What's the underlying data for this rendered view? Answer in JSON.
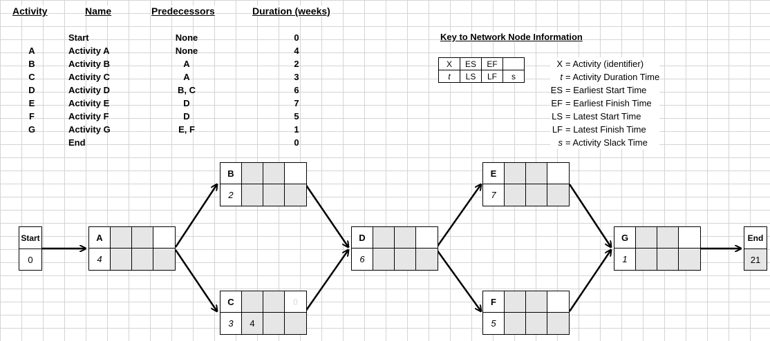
{
  "table": {
    "headers": {
      "activity": "Activity",
      "name": "Name",
      "predecessors": "Predecessors",
      "duration": "Duration (weeks)"
    },
    "rows": [
      {
        "activity": "",
        "name": "Start",
        "pred": "None",
        "dur": "0"
      },
      {
        "activity": "A",
        "name": "Activity A",
        "pred": "None",
        "dur": "4"
      },
      {
        "activity": "B",
        "name": "Activity B",
        "pred": "A",
        "dur": "2"
      },
      {
        "activity": "C",
        "name": "Activity C",
        "pred": "A",
        "dur": "3"
      },
      {
        "activity": "D",
        "name": "Activity D",
        "pred": "B, C",
        "dur": "6"
      },
      {
        "activity": "E",
        "name": "Activity E",
        "pred": "D",
        "dur": "7"
      },
      {
        "activity": "F",
        "name": "Activity F",
        "pred": "D",
        "dur": "5"
      },
      {
        "activity": "G",
        "name": "Activity G",
        "pred": "E, F",
        "dur": "1"
      },
      {
        "activity": "",
        "name": "End",
        "pred": "",
        "dur": "0"
      }
    ]
  },
  "key": {
    "title": "Key to Network Node Information",
    "cells": [
      "X",
      "ES",
      "EF",
      "",
      "t",
      "LS",
      "LF",
      "s"
    ],
    "legend": [
      {
        "sym": "X",
        "text": "= Activity (identifier)"
      },
      {
        "sym": "t",
        "text": "= Activity Duration Time"
      },
      {
        "sym": "ES",
        "text": "= Earliest Start Time"
      },
      {
        "sym": "EF",
        "text": "= Earliest Finish Time"
      },
      {
        "sym": "LS",
        "text": "= Latest Start Time"
      },
      {
        "sym": "LF",
        "text": "= Latest Finish Time"
      },
      {
        "sym": "s",
        "text": "= Activity Slack Time"
      }
    ]
  },
  "network": {
    "start": {
      "label": "Start",
      "value": "0"
    },
    "end": {
      "label": "End",
      "value": "21"
    },
    "nodes": {
      "A": {
        "label": "A",
        "dur": "4"
      },
      "B": {
        "label": "B",
        "dur": "2"
      },
      "C": {
        "label": "C",
        "dur": "3",
        "ls": "4",
        "ghost": "0"
      },
      "D": {
        "label": "D",
        "dur": "6"
      },
      "E": {
        "label": "E",
        "dur": "7"
      },
      "F": {
        "label": "F",
        "dur": "5"
      },
      "G": {
        "label": "G",
        "dur": "1"
      }
    }
  }
}
